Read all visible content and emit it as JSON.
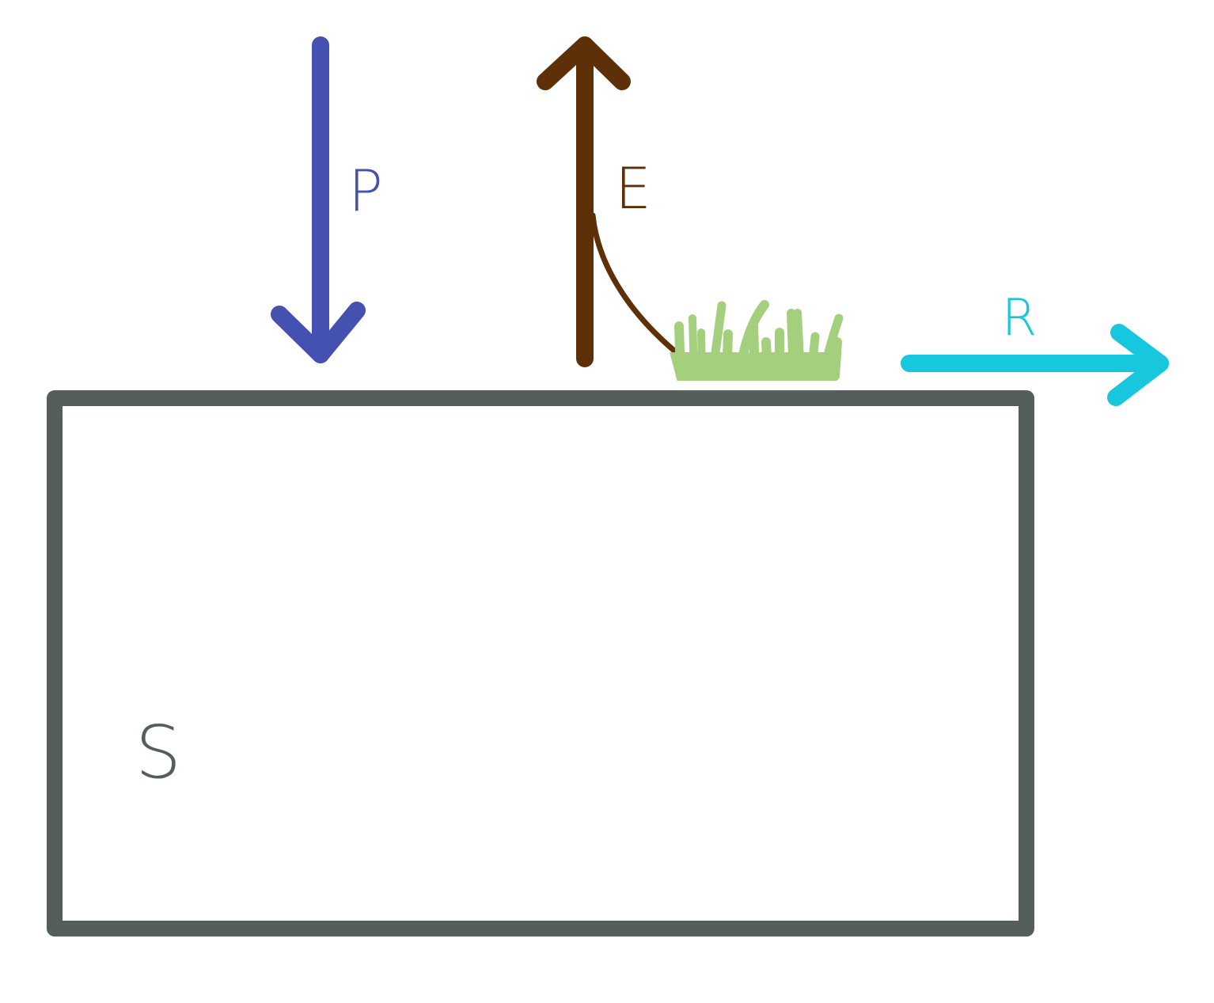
{
  "labels": {
    "precipitation": "P",
    "evapotranspiration": "E",
    "runoff": "R",
    "storage": "S"
  },
  "colors": {
    "precipitation": "#4551b0",
    "evapotranspiration": "#5e3008",
    "runoff": "#17c7de",
    "storage_box": "#545e5c",
    "vegetation": "#a4d07e"
  },
  "icons": {
    "vegetation": "grass-icon"
  }
}
